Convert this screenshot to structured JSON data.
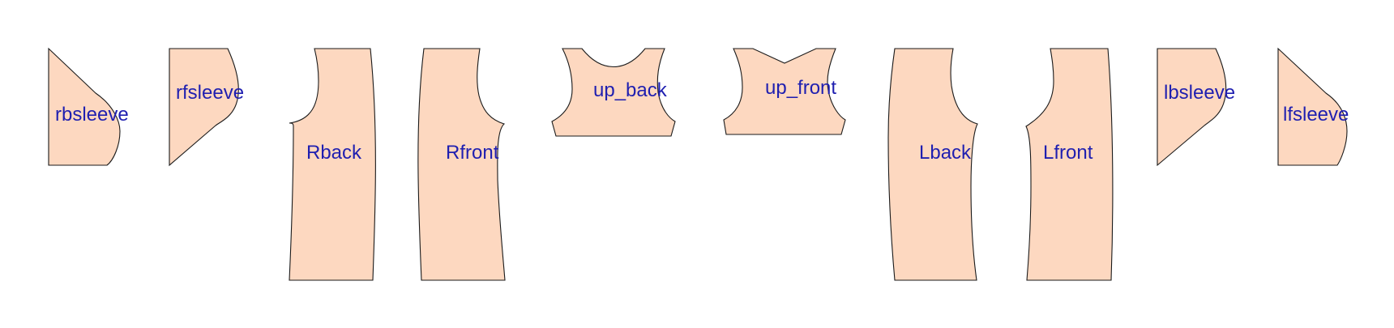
{
  "colors": {
    "piece_fill": "#fdd8c0",
    "outline": "#1a1a1a",
    "label": "#1f1fb0"
  },
  "pieces": [
    {
      "id": "rbsleeve",
      "label": "rbsleeve"
    },
    {
      "id": "rfsleeve",
      "label": "rfsleeve"
    },
    {
      "id": "rback",
      "label": "Rback"
    },
    {
      "id": "rfront",
      "label": "Rfront"
    },
    {
      "id": "up-back",
      "label": "up_back"
    },
    {
      "id": "up-front",
      "label": "up_front"
    },
    {
      "id": "lback",
      "label": "Lback"
    },
    {
      "id": "lfront",
      "label": "Lfront"
    },
    {
      "id": "lbsleeve",
      "label": "lbsleeve"
    },
    {
      "id": "lfsleeve",
      "label": "lfsleeve"
    }
  ]
}
